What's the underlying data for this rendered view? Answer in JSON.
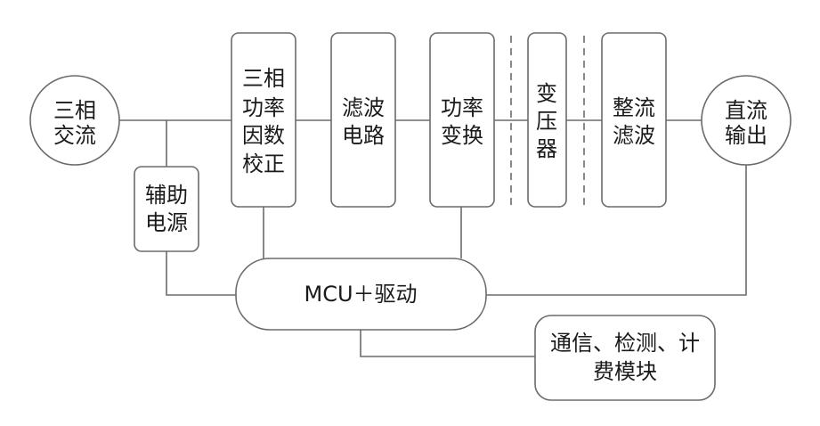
{
  "colors": {
    "stroke": "#6b6b6b",
    "text": "#1a1a1a",
    "background": "#ffffff"
  },
  "nodes": {
    "ac_input": [
      "三相",
      "交流"
    ],
    "pfc": [
      "三相",
      "功率",
      "因数",
      "校正"
    ],
    "filter1": [
      "滤波",
      "电路"
    ],
    "power_conv": [
      "功率",
      "变换"
    ],
    "transformer": [
      "变",
      "压",
      "器"
    ],
    "rect_filter": [
      "整流",
      "滤波"
    ],
    "dc_output": [
      "直流",
      "输出"
    ],
    "aux_power": [
      "辅助",
      "电源"
    ],
    "mcu": [
      "MCU＋驱动"
    ],
    "comm": [
      "通信、检测、计",
      "费模块"
    ]
  }
}
